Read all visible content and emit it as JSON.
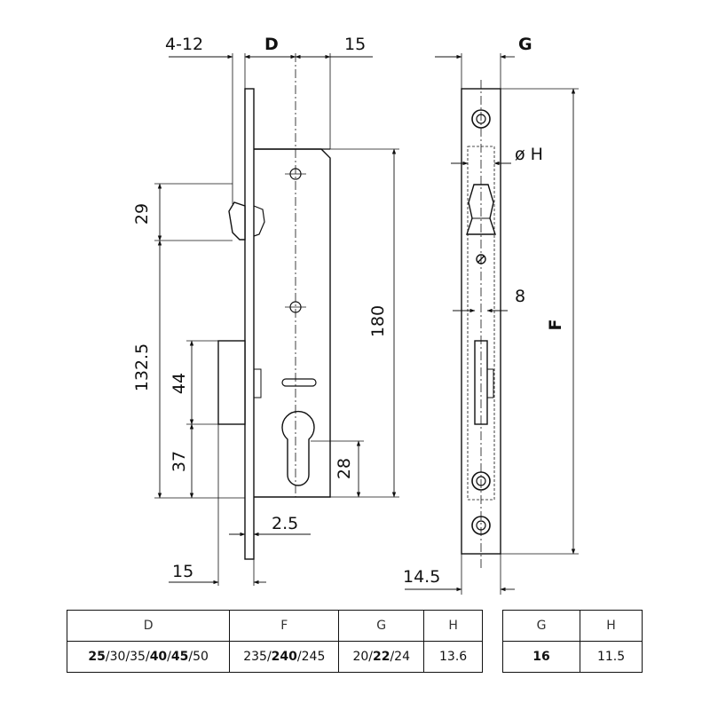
{
  "front_view": {
    "dims": {
      "backset_range": "4-12",
      "d": "D",
      "fifteen_top": "15",
      "twenty_nine": "29",
      "one_thirty_two": "132.5",
      "forty_four": "44",
      "thirty_seven": "37",
      "one_eighty": "180",
      "twenty_eight": "28",
      "two_point_five": "2.5",
      "fifteen_bottom": "15"
    }
  },
  "side_view": {
    "dims": {
      "g": "G",
      "oh": "ø H",
      "eight": "8",
      "f": "F",
      "fourteen_five": "14.5"
    }
  },
  "table_main": {
    "headers": [
      "D",
      "F",
      "G",
      "H"
    ],
    "d_values": [
      {
        "text": "25",
        "bold": true
      },
      {
        "text": "/30/35/",
        "bold": false
      },
      {
        "text": "40",
        "bold": true
      },
      {
        "text": "/",
        "bold": false
      },
      {
        "text": "45",
        "bold": true
      },
      {
        "text": "/50",
        "bold": false
      }
    ],
    "f_values": [
      {
        "text": "235/",
        "bold": false
      },
      {
        "text": "240",
        "bold": true
      },
      {
        "text": "/245",
        "bold": false
      }
    ],
    "g_values": [
      {
        "text": "20/",
        "bold": false
      },
      {
        "text": "22",
        "bold": true
      },
      {
        "text": "/24",
        "bold": false
      }
    ],
    "h_value": "13.6"
  },
  "table_small": {
    "headers": [
      "G",
      "H"
    ],
    "g_value": "16",
    "h_value": "11.5"
  }
}
